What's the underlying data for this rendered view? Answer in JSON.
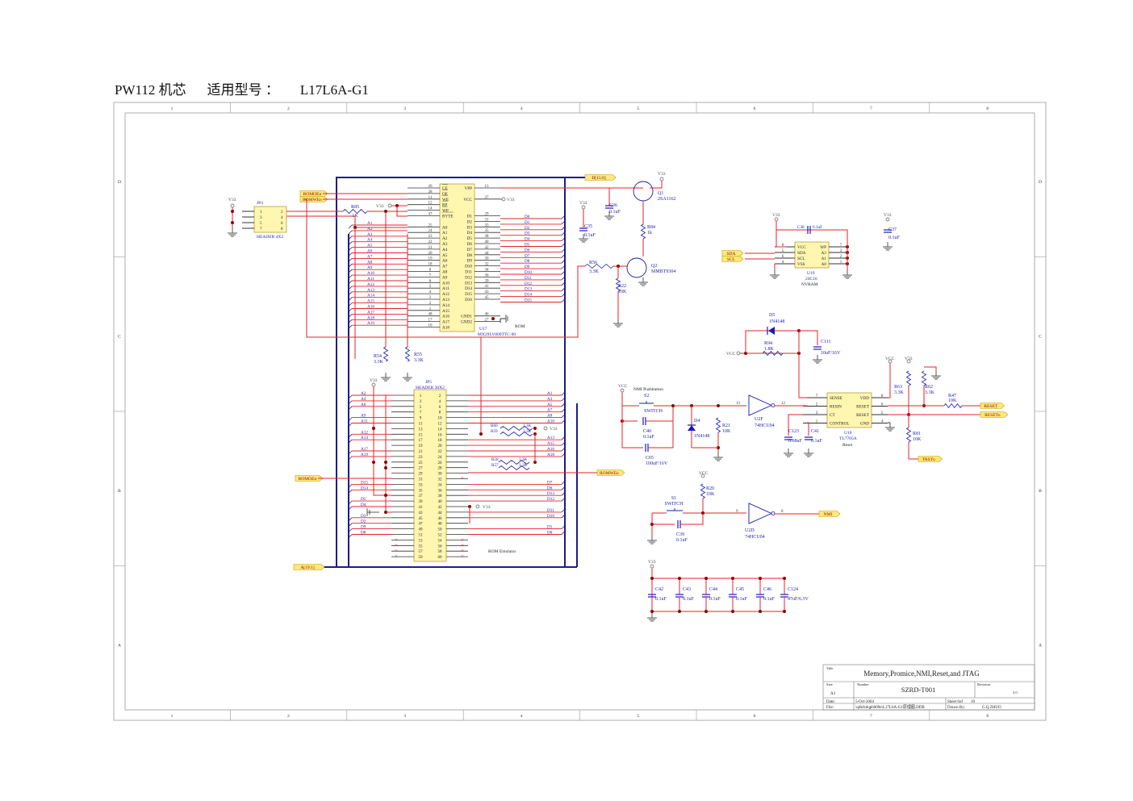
{
  "header": {
    "title": "PW112 机芯",
    "model_label": "适用型号 ：",
    "model": "L17L6A-G1"
  },
  "frame": {
    "columns": [
      "1",
      "2",
      "3",
      "4",
      "5",
      "6",
      "7",
      "8"
    ],
    "rows": [
      "D",
      "C",
      "B",
      "A"
    ]
  },
  "title_block": {
    "title_label": "Title",
    "title": "Memory,Promice,NMI,Reset,and JTAG",
    "size_label": "Size",
    "size": "A3",
    "number_label": "Number",
    "number": "SZRD-T001",
    "revision_label": "Revision",
    "revision": "2.0",
    "date_label": "Date:",
    "date": "5-Oct-2004",
    "sheet_label": "Sheet 6of",
    "sheet": "10",
    "file_label": "File:",
    "file": "\\qdkfzdqpb009e\\L17L6A-G1原理图.DDB",
    "drawn_label": "Drawn By:",
    "drawn": "G.Q.ZHUO"
  },
  "colors": {
    "wire": "#e8202a",
    "component": "#1a1ab0",
    "bus": "#1c1c8a",
    "chip_fill": "#fff6b0",
    "port_fill": "#ffe97a"
  },
  "ports": {
    "d_bus": "D[15:0]",
    "a_bus": "A[19:1]",
    "romoe": "ROMOEn",
    "romwe": "ROMWEn",
    "sda": "SDA",
    "scl": "SCL",
    "reset": "RESET",
    "resetn": "RESETn",
    "trstn": "TRSTn",
    "nmi": "NMI"
  },
  "power": {
    "v33": "V33",
    "vcc": "VCC"
  },
  "u17": {
    "ref": "U17",
    "part": "MX29LV800TTC-90",
    "label": "ROM",
    "left_pins": [
      [
        "26",
        "CE"
      ],
      [
        "28",
        "OE"
      ],
      [
        "11",
        "WE"
      ],
      [
        "12",
        "RP"
      ],
      [
        "14",
        "WP"
      ],
      [
        "47",
        "BYTE"
      ],
      [
        "",
        ""
      ],
      [
        "25",
        "A0"
      ],
      [
        "24",
        "A1"
      ],
      [
        "23",
        "A2"
      ],
      [
        "22",
        "A3"
      ],
      [
        "21",
        "A4"
      ],
      [
        "20",
        "A5"
      ],
      [
        "19",
        "A6"
      ],
      [
        "18",
        "A7"
      ],
      [
        "8",
        "A8"
      ],
      [
        "7",
        "A9"
      ],
      [
        "6",
        "A10"
      ],
      [
        "5",
        "A11"
      ],
      [
        "4",
        "A12"
      ],
      [
        "3",
        "A13"
      ],
      [
        "2",
        "A14"
      ],
      [
        "1",
        "A15"
      ],
      [
        "48",
        "A16"
      ],
      [
        "17",
        "A17"
      ],
      [
        "16",
        "A18"
      ]
    ],
    "right_pins": [
      [
        "13",
        "VPP"
      ],
      [
        "",
        ""
      ],
      [
        "37",
        "VCC"
      ],
      [
        "",
        ""
      ],
      [
        "",
        ""
      ],
      [
        "29",
        "D1"
      ],
      [
        "31",
        "D2"
      ],
      [
        "33",
        "D3"
      ],
      [
        "35",
        "D4"
      ],
      [
        "38",
        "D5"
      ],
      [
        "40",
        "D6"
      ],
      [
        "42",
        "D7"
      ],
      [
        "44",
        "D8"
      ],
      [
        "30",
        "D9"
      ],
      [
        "32",
        "D10"
      ],
      [
        "34",
        "D11"
      ],
      [
        "36",
        "D12"
      ],
      [
        "39",
        "D13"
      ],
      [
        "41",
        "D14"
      ],
      [
        "43",
        "D15"
      ],
      [
        "45",
        "D16"
      ],
      [
        "",
        ""
      ],
      [
        "",
        ""
      ],
      [
        "46",
        "GND1"
      ],
      [
        "27",
        "GND2"
      ]
    ],
    "addr_nets": [
      "A1",
      "A2",
      "A3",
      "A4",
      "A5",
      "A6",
      "A7",
      "A8",
      "A9",
      "A10",
      "A11",
      "A12",
      "A13",
      "A14",
      "A15",
      "A16",
      "A17",
      "A18",
      "A19"
    ],
    "data_nets": [
      "D0",
      "D1",
      "D2",
      "D3",
      "D4",
      "D5",
      "D6",
      "D7",
      "D8",
      "D9",
      "D10",
      "D11",
      "D12",
      "D13",
      "D14",
      "D15"
    ]
  },
  "jp5": {
    "ref": "JP5",
    "part": "HEADER 30X2",
    "label": "ROM Emulator",
    "left_nets": [
      "A2",
      "A4",
      "A6",
      "",
      "A9",
      "A11",
      "",
      "A12",
      "A14",
      "",
      "A17",
      "A19",
      "",
      "",
      "",
      "",
      "D15",
      "D14",
      "",
      "D5",
      "D4",
      "",
      "D3",
      "D2",
      "D9",
      "D8",
      "",
      "",
      "",
      ""
    ],
    "right_nets": [
      "A1",
      "A3",
      "A5",
      "A7",
      "A8",
      "A10",
      "",
      "",
      "A13",
      "A15",
      "A16",
      "A18",
      "",
      "",
      "",
      "",
      "D7",
      "D6",
      "D13",
      "D12",
      "",
      "D11",
      "D10",
      "",
      "D1",
      "D0",
      "",
      "",
      "",
      ""
    ]
  },
  "jp4": {
    "ref": "JP4",
    "part": "HEADER 4X2",
    "pins": [
      "1",
      "2",
      "3",
      "4",
      "5",
      "6",
      "7",
      "8"
    ]
  },
  "u19": {
    "ref": "U19",
    "part": "24C16",
    "label": "NVRAM",
    "left_pins": [
      [
        "8",
        "VCC"
      ],
      [
        "5",
        "SDA"
      ],
      [
        "6",
        "SCL"
      ],
      [
        "4",
        "VSS"
      ]
    ],
    "right_pins": [
      [
        "7",
        "WP"
      ],
      [
        "3",
        "A2"
      ],
      [
        "2",
        "A1"
      ],
      [
        "1",
        "A0"
      ]
    ]
  },
  "u18": {
    "ref": "U18",
    "part": "TL7705A",
    "label": "Reset",
    "left_pins": [
      [
        "7",
        "SENSE"
      ],
      [
        "2",
        "RESIN"
      ],
      [
        "3",
        "CT"
      ],
      [
        "1",
        "CONTROL"
      ]
    ],
    "right_pins": [
      [
        "8",
        "VDD"
      ],
      [
        "6",
        "RESET"
      ],
      [
        "5",
        "RESET"
      ],
      [
        "4",
        "GND"
      ]
    ]
  },
  "parts": {
    "R85": [
      "R85",
      "1K"
    ],
    "Q1": [
      "Q1",
      "2SA1162"
    ],
    "C36": [
      "C36",
      "0.1uF"
    ],
    "C35": [
      "C35",
      "0.1uF"
    ],
    "R84": [
      "R84",
      "1k"
    ],
    "R56": [
      "R56",
      "3.3K"
    ],
    "Q2": [
      "Q2",
      "MMBT9304"
    ],
    "R22": [
      "R22",
      "10K"
    ],
    "C38": [
      "C38",
      "0.1uF"
    ],
    "C37": [
      "C37",
      "0.1uF"
    ],
    "D5": [
      "D5",
      "1N4148"
    ],
    "R94": [
      "R94",
      "1.8K"
    ],
    "C111": [
      "C111",
      "10uF/16V"
    ],
    "R63": [
      "R63",
      "3.3K"
    ],
    "R62": [
      "R62",
      "3.3K"
    ],
    "R47": [
      "R47",
      "10K"
    ],
    "R81": [
      "R81",
      "10K"
    ],
    "C123": [
      "C123",
      "0.68uF"
    ],
    "C41": [
      "C41",
      "0.1uF"
    ],
    "S2": [
      "S2",
      "SWITCH"
    ],
    "C40": [
      "C40",
      "0.1uF"
    ],
    "C65": [
      "C65",
      "100uF/16V"
    ],
    "D4": [
      "D4",
      "1N4148"
    ],
    "R21": [
      "R21",
      "10K"
    ],
    "U2F": [
      "U2F",
      "74HCU04"
    ],
    "R20": [
      "R20",
      "10K"
    ],
    "S1": [
      "S1",
      "SWITCH"
    ],
    "C39": [
      "C39",
      "0.1uF"
    ],
    "U2D": [
      "U2D",
      "74HCU04"
    ],
    "C42": [
      "C42",
      "0.1uF"
    ],
    "C43": [
      "C43",
      "0.1uF"
    ],
    "C44": [
      "C44",
      "0.1uF"
    ],
    "C45": [
      "C45",
      "0.1uF"
    ],
    "C46": [
      "C46",
      "0.1uF"
    ],
    "C124": [
      "C124",
      "47uF/6.3V"
    ],
    "R54": [
      "R54",
      "3.3K"
    ],
    "R55": [
      "R55",
      "3.3K"
    ],
    "R60": [
      "R60",
      "3.3K"
    ],
    "R59": [
      "R59",
      "3.3K"
    ],
    "R58": [
      "R58",
      "3.3K"
    ],
    "R57": [
      "R57",
      "3.3K"
    ]
  },
  "annotations": {
    "nmi_pushbutton": "NMI Pushbutton",
    "pin13": "13",
    "pin12": "12",
    "pin9": "9",
    "pin8": "8"
  }
}
